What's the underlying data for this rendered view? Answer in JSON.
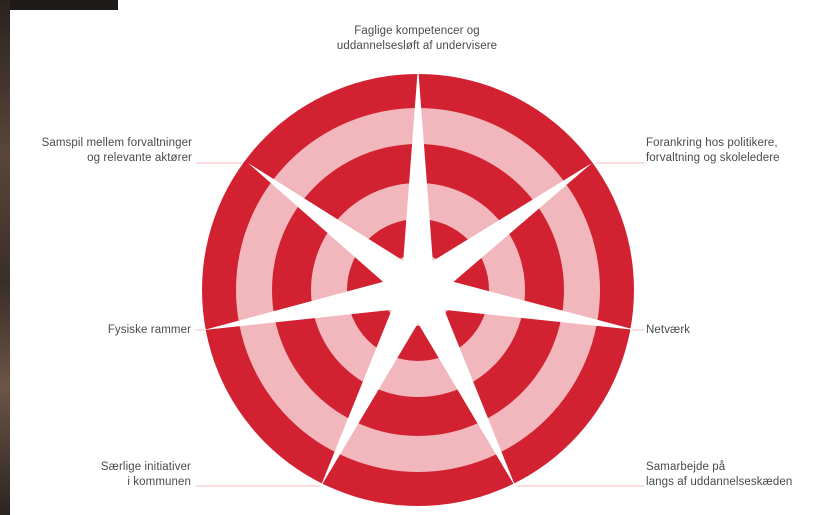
{
  "diagram": {
    "colors": {
      "dark_ring": "#d22231",
      "light_ring": "#f1b7bd",
      "star": "#ffffff",
      "leader_line": "#f0b9be",
      "text": "#4a4a4a"
    },
    "labels": [
      {
        "id": "top",
        "lines": [
          "Faglige kompetencer og",
          "uddannelsesløft af undervisere"
        ]
      },
      {
        "id": "top-left",
        "lines": [
          "Samspil mellem forvaltninger",
          "og relevante aktører"
        ]
      },
      {
        "id": "top-right",
        "lines": [
          "Forankring hos politikere,",
          "forvaltning og skoleledere"
        ]
      },
      {
        "id": "left",
        "lines": [
          "Fysiske rammer"
        ]
      },
      {
        "id": "right",
        "lines": [
          "Netværk"
        ]
      },
      {
        "id": "bottom-left",
        "lines": [
          "Særlige initiativer",
          "i kommunen"
        ]
      },
      {
        "id": "bottom-right",
        "lines": [
          "Samarbejde på",
          "langs af uddannelseskæden"
        ]
      }
    ]
  }
}
